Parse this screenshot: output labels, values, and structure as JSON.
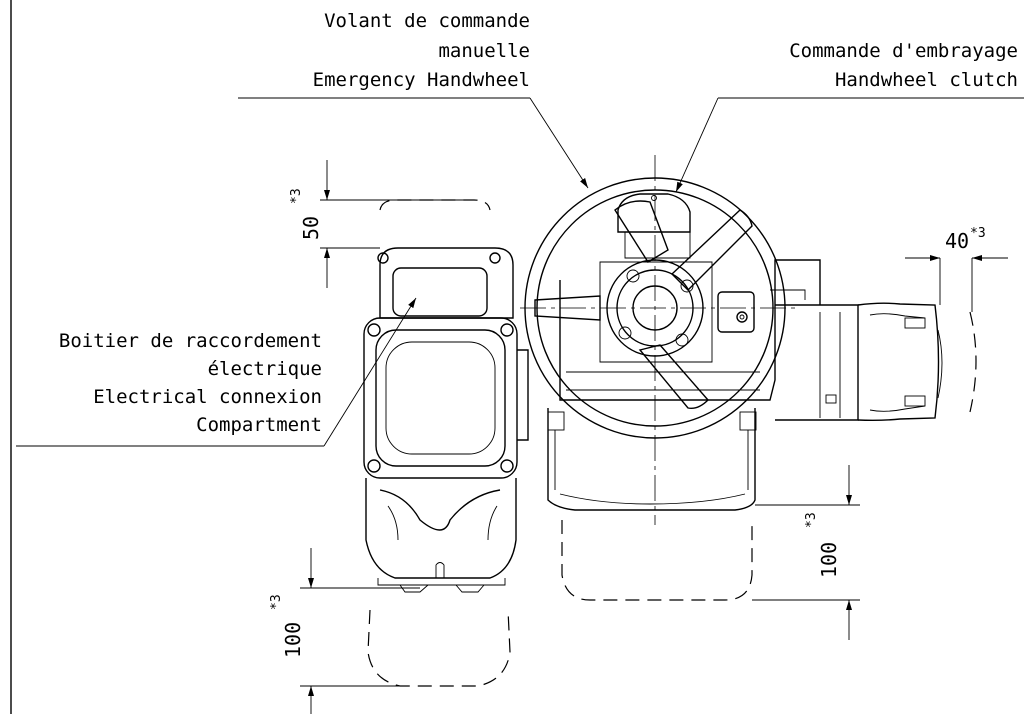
{
  "labels": {
    "handwheel_fr_1": "Volant de commande",
    "handwheel_fr_2": "manuelle",
    "handwheel_en": "Emergency Handwheel",
    "clutch_fr": "Commande d'embrayage",
    "clutch_en": "Handwheel clutch",
    "box_fr_1": "Boitier de raccordement",
    "box_fr_2": "électrique",
    "box_en_1": "Electrical connexion",
    "box_en_2": "Compartment"
  },
  "dimensions": {
    "top_left": {
      "value": "50",
      "note": "*3"
    },
    "right": {
      "value": "40",
      "note": "*3"
    },
    "center_bottom": {
      "value": "100",
      "note": "*3"
    },
    "left_bottom": {
      "value": "100",
      "note": "*3"
    }
  }
}
